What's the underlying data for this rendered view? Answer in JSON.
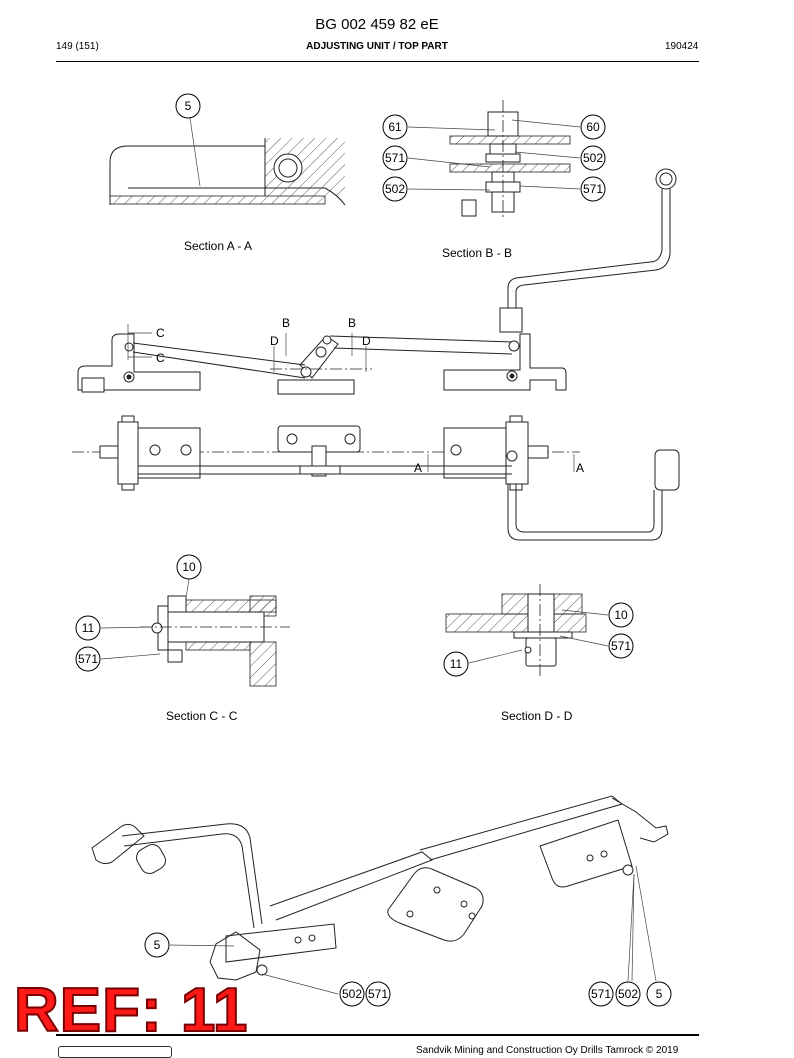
{
  "header": {
    "doc_id": "BG 002 459 82 eE",
    "page": "149 (151)",
    "title": "ADJUSTING UNIT / TOP PART",
    "date": "190424"
  },
  "sections": {
    "aa": "Section A - A",
    "bb": "Section B - B",
    "cc": "Section C - C",
    "dd": "Section D - D"
  },
  "section_markers": {
    "a": "A",
    "b": "B",
    "c": "C",
    "d": "D"
  },
  "balloons": {
    "p5": "5",
    "p10": "10",
    "p11": "11",
    "p60": "60",
    "p61": "61",
    "p502": "502",
    "p571": "571"
  },
  "ref_stamp": "REF: 11",
  "footer": {
    "copyright": "Sandvik Mining and Construction Oy Drills Tamrock © 2019"
  }
}
